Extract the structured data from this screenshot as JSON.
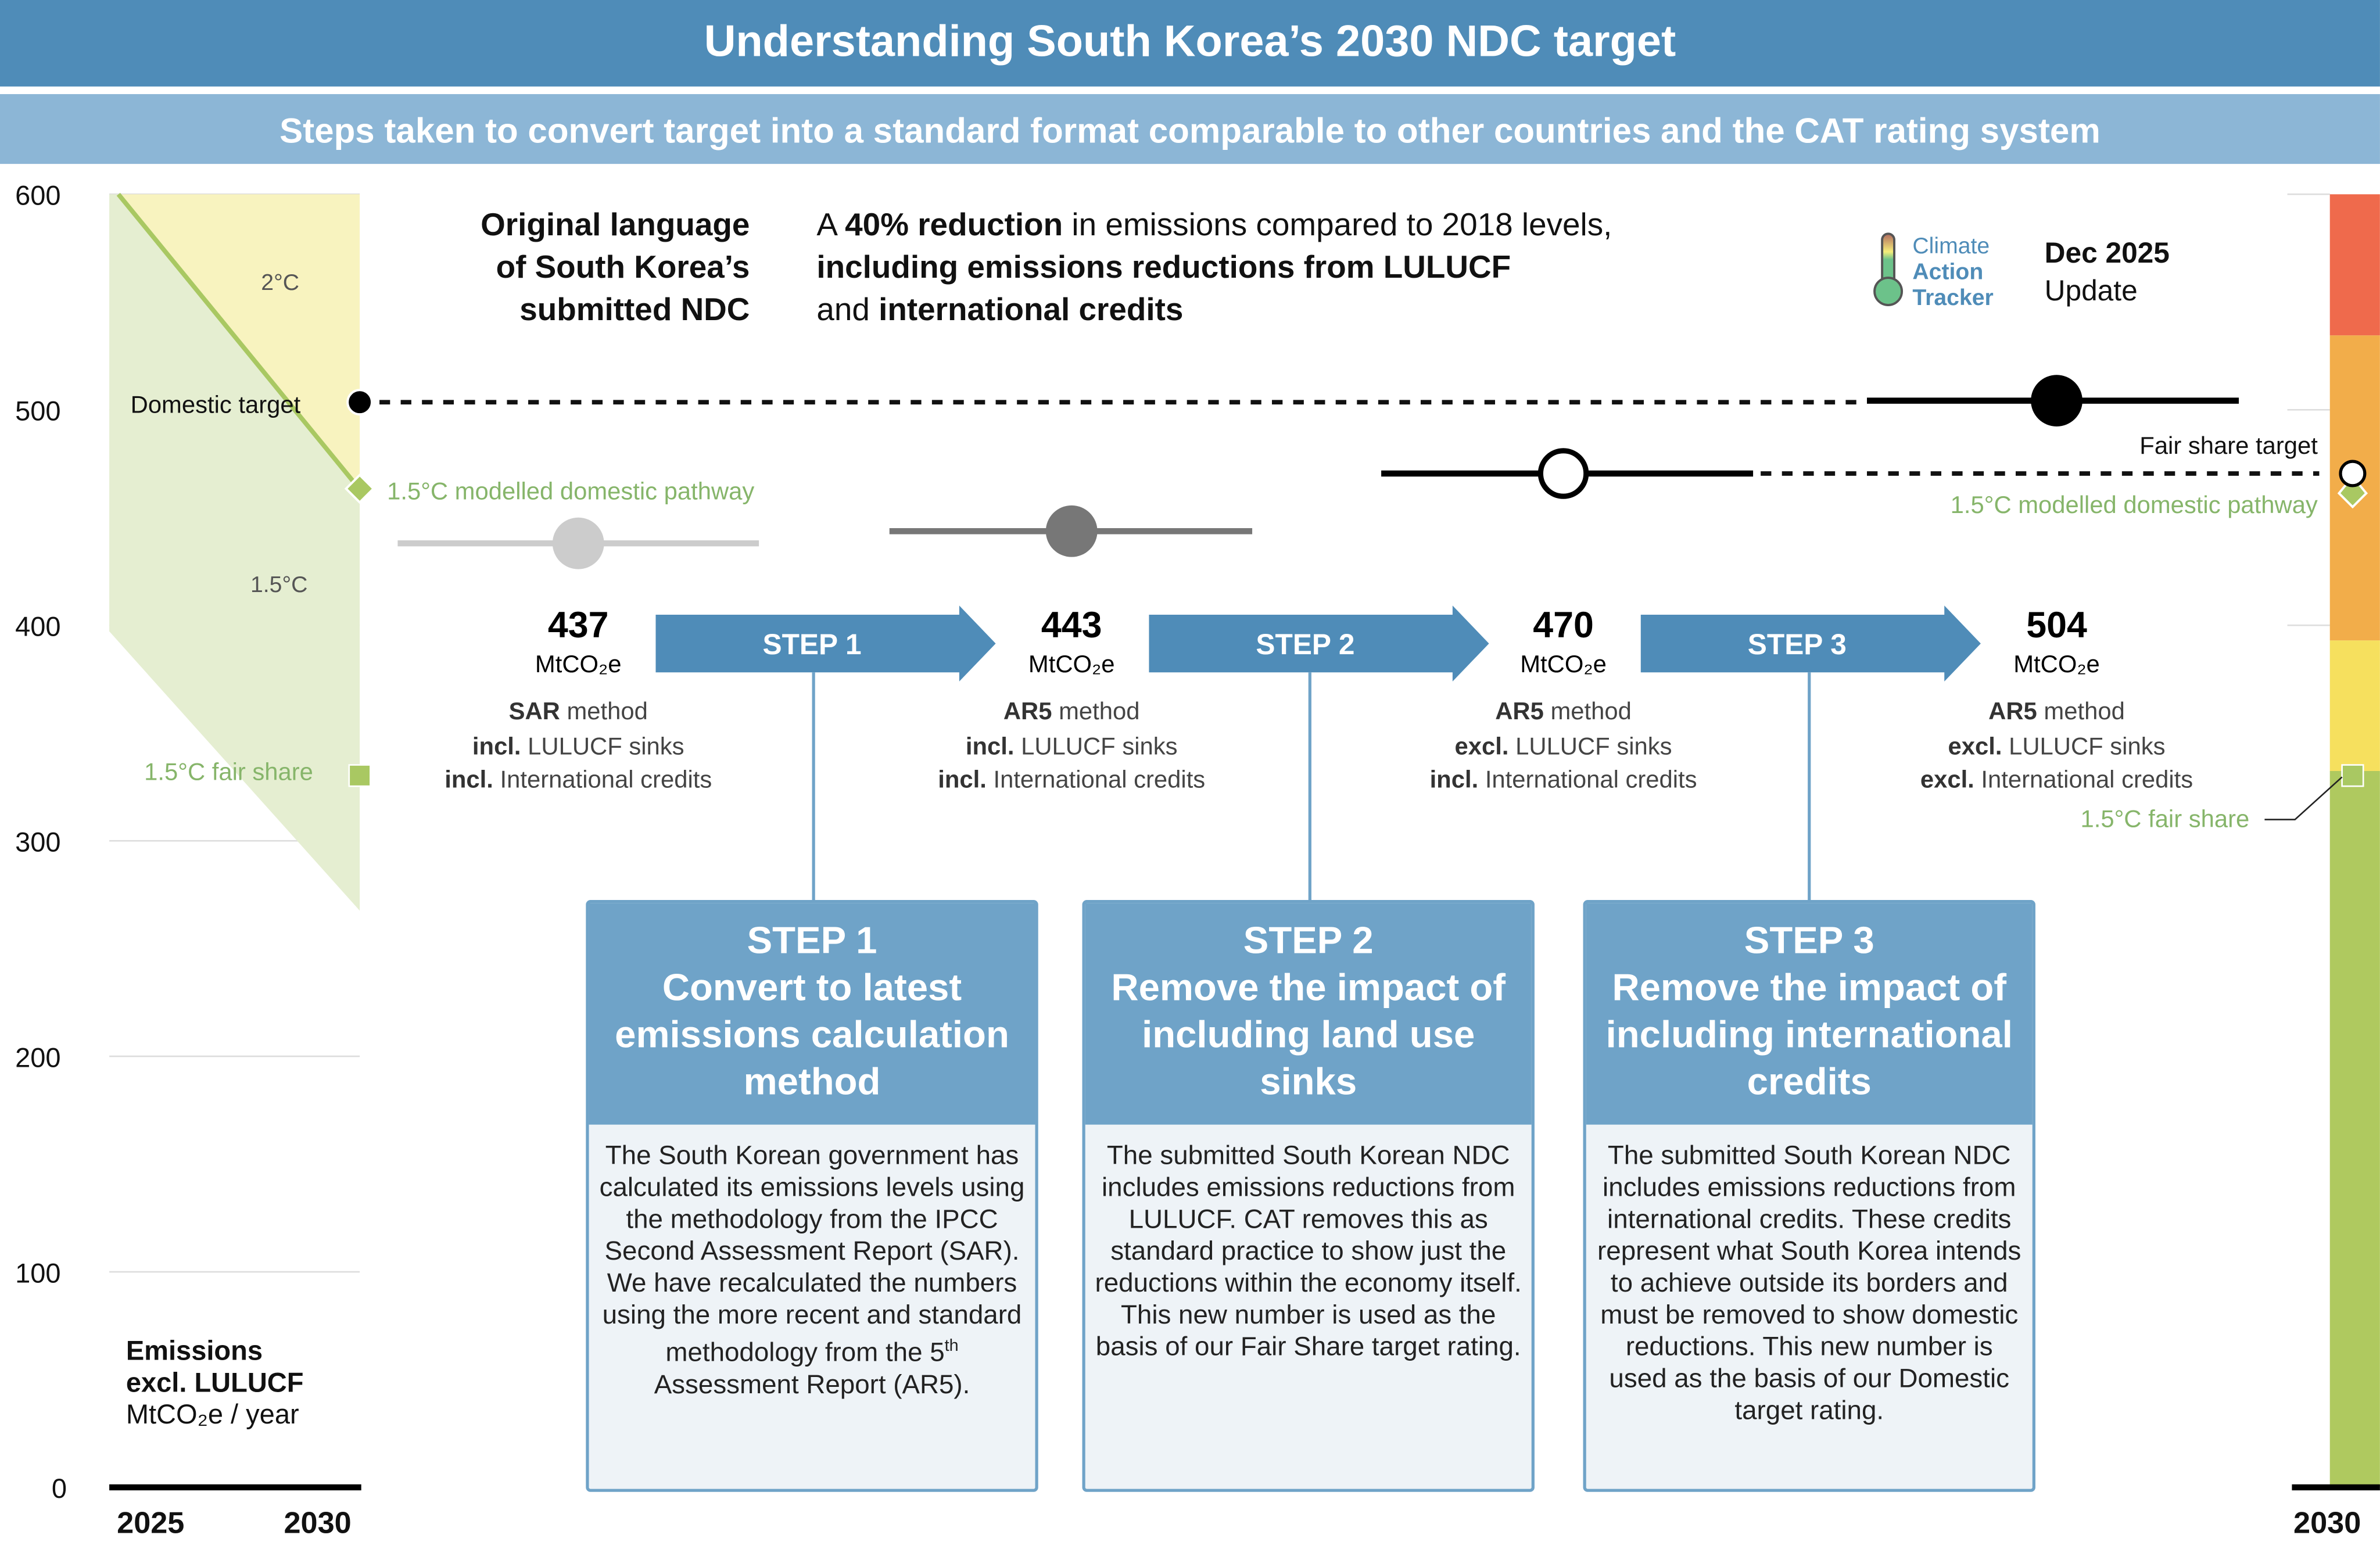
{
  "header": {
    "title": "Understanding South Korea’s 2030 NDC target",
    "subtitle": "Steps taken to convert target into a standard format comparable to other countries and the CAT rating system"
  },
  "original": {
    "heading": [
      "Original language",
      "of South Korea’s",
      "submitted NDC"
    ],
    "desc": {
      "p1": "A ",
      "b1": "40% reduction",
      "p2": " in emissions compared to 2018 levels, ",
      "b2": "including emissions reductions from LULUCF",
      "p3": " and ",
      "b3": "international credits"
    }
  },
  "logo": {
    "l1": "Climate",
    "l2": "Action",
    "l3": "Tracker"
  },
  "update": {
    "date": "Dec 2025",
    "label": "Update"
  },
  "axis": {
    "ticks": [
      "600",
      "500",
      "400",
      "300",
      "200",
      "100",
      "0"
    ],
    "ylabel1": "Emissions",
    "ylabel2": "excl. LULUCF",
    "ylabel3": "MtCO₂e / year",
    "x_start": "2025",
    "x_end": "2030",
    "x_right": "2030"
  },
  "left_chart": {
    "band_2c": "2°C",
    "band_15c": "1.5°C",
    "domestic_target": "Domestic target",
    "modelled_pathway": "1.5°C modelled domestic pathway",
    "fair_share": "1.5°C fair share"
  },
  "right_chart": {
    "fair_share_target": "Fair share target",
    "modelled_pathway": "1.5°C modelled domestic pathway",
    "fair_share": "1.5°C fair share"
  },
  "values": [
    {
      "value": "437",
      "unit": "MtCO₂e",
      "m1b": "SAR",
      "m1": " method",
      "m2b": "incl.",
      "m2": " LULUCF sinks",
      "m3b": "incl.",
      "m3": " International credits"
    },
    {
      "value": "443",
      "unit": "MtCO₂e",
      "m1b": "AR5",
      "m1": " method",
      "m2b": "incl.",
      "m2": " LULUCF sinks",
      "m3b": "incl.",
      "m3": " International credits"
    },
    {
      "value": "470",
      "unit": "MtCO₂e",
      "m1b": "AR5",
      "m1": " method",
      "m2b": "excl.",
      "m2": " LULUCF sinks",
      "m3b": "incl.",
      "m3": " International credits"
    },
    {
      "value": "504",
      "unit": "MtCO₂e",
      "m1b": "AR5",
      "m1": " method",
      "m2b": "excl.",
      "m2": " LULUCF sinks",
      "m3b": "excl.",
      "m3": " International credits"
    }
  ],
  "arrows": [
    "STEP 1",
    "STEP 2",
    "STEP 3"
  ],
  "steps": [
    {
      "h1": "STEP 1",
      "h2": "Convert to latest emissions calculation method",
      "body": "The South Korean government has calculated its emissions levels using the methodology from the IPCC Second Assessment Report (SAR). We have recalculated the numbers using the more recent and standard methodology from the 5",
      "sup": "th",
      "body2": " Assessment Report (AR5)."
    },
    {
      "h1": "STEP 2",
      "h2": "Remove the impact of including land use sinks",
      "body": "The submitted South Korean NDC includes emissions reductions from LULUCF. CAT removes this as standard practice to show just the reductions within the economy itself. This new number is used as the basis of our Fair Share target rating.",
      "sup": "",
      "body2": ""
    },
    {
      "h1": "STEP 3",
      "h2": "Remove the impact of including international credits",
      "body": "The submitted South Korean NDC includes emissions reductions from international credits. These credits represent what South Korea intends to achieve outside its borders and must be removed to show domestic reductions. This new number is used as the basis of our Domestic target rating.",
      "sup": "",
      "body2": ""
    }
  ],
  "colors": {
    "header": "#4f8cb8",
    "subheader": "#8cb6d6",
    "box": "#6fa3c8",
    "rating_red": "#ef6a4c",
    "rating_orange": "#f2ad4a",
    "rating_yellow": "#f6e05e",
    "rating_green": "#afc95f"
  }
}
